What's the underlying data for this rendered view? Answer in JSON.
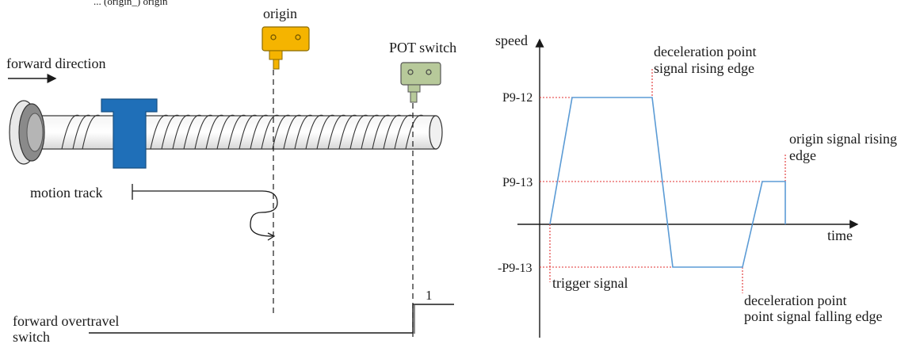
{
  "left_diagram": {
    "header_partial": "... (origin_) origin",
    "origin_label": "origin",
    "pot_switch_label": "POT switch",
    "forward_direction_label": "forward direction",
    "motion_track_label": "motion track",
    "overtravel_label_line1": "forward overtravel",
    "overtravel_label_line2": "switch",
    "overtravel_level_label": "1",
    "colors": {
      "slider": "#1f6fb8",
      "origin_switch": "#f5b400",
      "pot_switch": "#b7c99a",
      "screw": "#7a7a7a"
    }
  },
  "right_chart": {
    "speed_label": "speed",
    "time_label": "time",
    "tick_p912": "P9-12",
    "tick_p913": "P9-13",
    "tick_neg_p913": "-P9-13",
    "ann_decel_rise_1": "deceleration point",
    "ann_decel_rise_2": "signal rising edge",
    "ann_origin_rise_1": "origin signal rising",
    "ann_origin_rise_2": "edge",
    "ann_trigger": "trigger signal",
    "ann_decel_fall_1": "deceleration point",
    "ann_decel_fall_2": "point signal falling edge",
    "line_color": "#5b9bd5",
    "guide_color": "#e03030"
  },
  "chart_data": {
    "type": "line",
    "title": "",
    "xlabel": "time",
    "ylabel": "speed",
    "y_levels": [
      "P9-12",
      "P9-13",
      "-P9-13"
    ],
    "series": [
      {
        "values": [
          0,
          "P9-12",
          "P9-12",
          0,
          "-P9-13",
          "-P9-13",
          0,
          "P9-13",
          "P9-13",
          0
        ]
      }
    ]
  }
}
